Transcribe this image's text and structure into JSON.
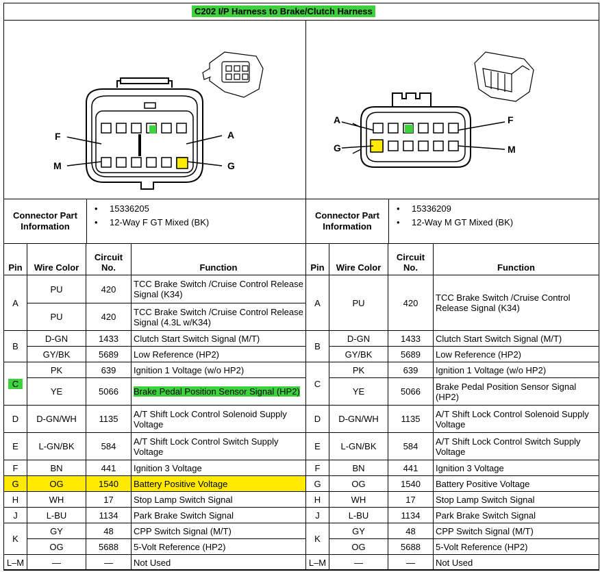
{
  "title": "C202 I/P Harness to Brake/Clutch Harness",
  "colors": {
    "highlight_green": "#3ed13e",
    "highlight_yellow": "#ffea00"
  },
  "left": {
    "diagram": {
      "pin_labels": [
        "F",
        "A",
        "M",
        "G"
      ]
    },
    "info_label": "Connector Part Information",
    "info": [
      "15336205",
      "12-Way F GT Mixed (BK)"
    ],
    "headers": [
      "Pin",
      "Wire Color",
      "Circuit No.",
      "Function"
    ],
    "rows": [
      [
        "A",
        "PU",
        "420",
        "TCC Brake Switch /Cruise Control Release Signal (K34)"
      ],
      [
        "",
        "PU",
        "420",
        "TCC Brake Switch /Cruise Control Release Signal (4.3L w/K34)"
      ],
      [
        "B",
        "D-GN",
        "1433",
        "Clutch Start Switch Signal (M/T)"
      ],
      [
        "",
        "GY/BK",
        "5689",
        "Low Reference (HP2)"
      ],
      [
        "C",
        "PK",
        "639",
        "Ignition 1 Voltage (w/o HP2)"
      ],
      [
        "",
        "YE",
        "5066",
        "Brake Pedal Position Sensor Signal (HP2)"
      ],
      [
        "D",
        "D-GN/WH",
        "1135",
        "A/T Shift Lock Control Solenoid Supply Voltage"
      ],
      [
        "E",
        "L-GN/BK",
        "584",
        "A/T Shift Lock Control Switch Supply Voltage"
      ],
      [
        "F",
        "BN",
        "441",
        "Ignition 3 Voltage"
      ],
      [
        "G",
        "OG",
        "1540",
        "Battery Positive Voltage"
      ],
      [
        "H",
        "WH",
        "17",
        "Stop Lamp Switch Signal"
      ],
      [
        "J",
        "L-BU",
        "1134",
        "Park Brake Switch Signal"
      ],
      [
        "K",
        "GY",
        "48",
        "CPP Switch Signal (M/T)"
      ],
      [
        "",
        "OG",
        "5688",
        "5-Volt Reference (HP2)"
      ],
      [
        "L–M",
        "—",
        "—",
        "Not Used"
      ]
    ]
  },
  "right": {
    "diagram": {
      "pin_labels": [
        "A",
        "F",
        "G",
        "M"
      ]
    },
    "info_label": "Connector Part Information",
    "info": [
      "15336209",
      "12-Way M GT Mixed (BK)"
    ],
    "headers": [
      "Pin",
      "Wire Color",
      "Circuit No.",
      "Function"
    ],
    "rows": [
      [
        "A",
        "PU",
        "420",
        "TCC Brake Switch /Cruise Control Release Signal (K34)"
      ],
      [
        "B",
        "D-GN",
        "1433",
        "Clutch Start Switch Signal (M/T)"
      ],
      [
        "",
        "GY/BK",
        "5689",
        "Low Reference (HP2)"
      ],
      [
        "C",
        "PK",
        "639",
        "Ignition 1 Voltage (w/o HP2)"
      ],
      [
        "",
        "YE",
        "5066",
        "Brake Pedal Position Sensor Signal (HP2)"
      ],
      [
        "D",
        "D-GN/WH",
        "1135",
        "A/T Shift Lock Control Solenoid Supply Voltage"
      ],
      [
        "E",
        "L-GN/BK",
        "584",
        "A/T Shift Lock Control Switch Supply Voltage"
      ],
      [
        "F",
        "BN",
        "441",
        "Ignition 3 Voltage"
      ],
      [
        "G",
        "OG",
        "1540",
        "Battery Positive Voltage"
      ],
      [
        "H",
        "WH",
        "17",
        "Stop Lamp Switch Signal"
      ],
      [
        "J",
        "L-BU",
        "1134",
        "Park Brake Switch Signal"
      ],
      [
        "K",
        "GY",
        "48",
        "CPP Switch Signal (M/T)"
      ],
      [
        "",
        "OG",
        "5688",
        "5-Volt Reference (HP2)"
      ],
      [
        "L–M",
        "—",
        "—",
        "Not Used"
      ]
    ]
  }
}
